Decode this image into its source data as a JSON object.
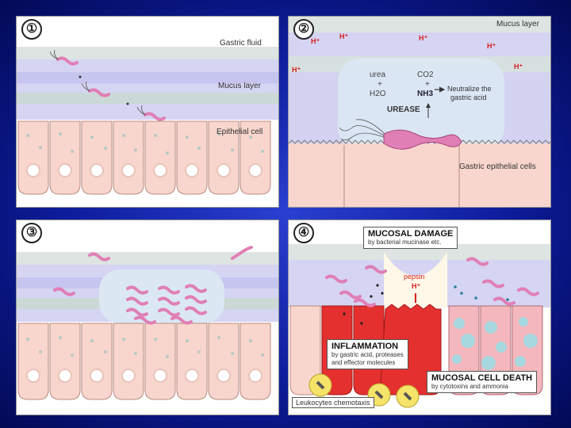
{
  "panel1": {
    "number": "①",
    "labels": {
      "gastric_fluid": "Gastric fluid",
      "mucus_layer": "Mucus layer",
      "epithelial_cell": "Epithelial cell"
    }
  },
  "panel2": {
    "number": "②",
    "labels": {
      "mucus_layer": "Mucus layer",
      "gastric_epithelial_cells": "Gastric epithelial cells",
      "urea": "urea",
      "co2": "CO2",
      "plus1": "+",
      "plus2": "+",
      "h2o": "H2O",
      "nh3": "NH3",
      "neutralize_1": "Neutralize the",
      "neutralize_2": "gastric acid",
      "urease": "UREASE",
      "h_plus": "H⁺"
    }
  },
  "panel3": {
    "number": "③"
  },
  "panel4": {
    "number": "④",
    "mucosal_damage": {
      "title": "MUCOSAL DAMAGE",
      "subtitle": "by bacterial mucinase etc."
    },
    "pepsin": "pepsin",
    "h_plus": "H⁺",
    "inflammation": {
      "title": "INFLAMMATION",
      "line1": "by gastric acid, proteases",
      "line2": "and effector molecules"
    },
    "cell_death": {
      "title": "MUCOSAL CELL DEATH",
      "subtitle": "by cytotoxins and ammonia"
    },
    "leukocytes": "Leukocytes chemotaxis"
  },
  "colors": {
    "background": "#0d1c9a",
    "mucus": "#c9c8ef",
    "mucus_band": "#d9e3df",
    "cell": "#f8d6cd",
    "bacteria": "#e07fb5",
    "inflamed": "#e53030",
    "dying_cell": "#a7d8e0",
    "h_plus": "#d81f1f"
  }
}
